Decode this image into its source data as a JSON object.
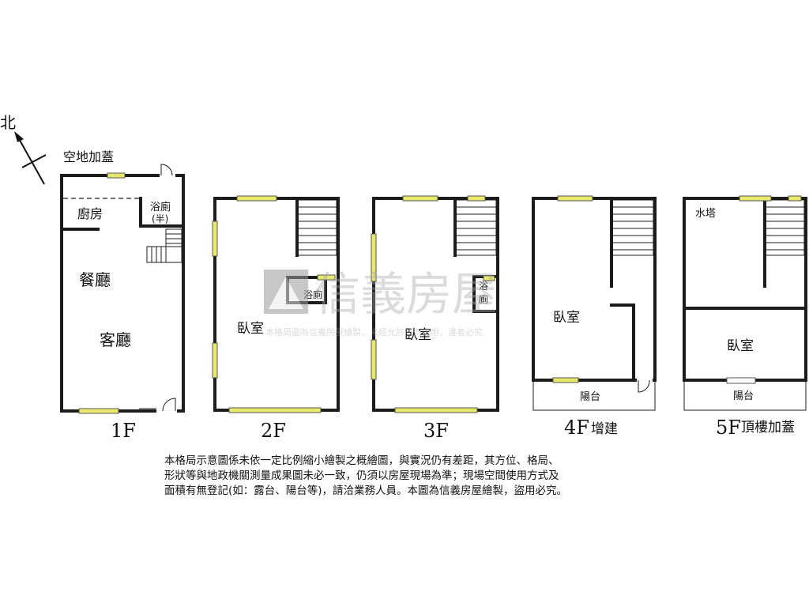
{
  "compass": {
    "label": "北"
  },
  "floors": [
    {
      "id": "1F",
      "label": "1F",
      "extra": "",
      "rooms": [
        "空地加蓋",
        "廚房",
        "浴廁",
        "(半)",
        "餐廳",
        "客廳"
      ]
    },
    {
      "id": "2F",
      "label": "2F",
      "extra": "",
      "rooms": [
        "浴廁",
        "臥室"
      ]
    },
    {
      "id": "3F",
      "label": "3F",
      "extra": "",
      "rooms": [
        "浴",
        "廁",
        "臥室"
      ]
    },
    {
      "id": "4F",
      "label": "4F",
      "extra": "增建",
      "rooms": [
        "臥室",
        "陽台"
      ]
    },
    {
      "id": "5F",
      "label": "5F",
      "extra": "頂樓加蓋",
      "rooms": [
        "水塔",
        "臥室",
        "陽台"
      ]
    }
  ],
  "watermark": {
    "brand": "信義房屋",
    "sub": "本格局圖為信義房屋繪製，未經允許請勿盜用，違者必究"
  },
  "disclaimer": [
    "本格局示意圖係未依一定比例縮小繪製之概繪圖，與實況仍有差距，其方位、格局、",
    "形狀等與地政機關測量成果圖未必一致，仍須以房屋現場為準；現場空間使用方式及",
    "面積有無登記(如：露台、陽台等)，請洽業務人員。本圖為信義房屋繪製，盜用必究。"
  ]
}
